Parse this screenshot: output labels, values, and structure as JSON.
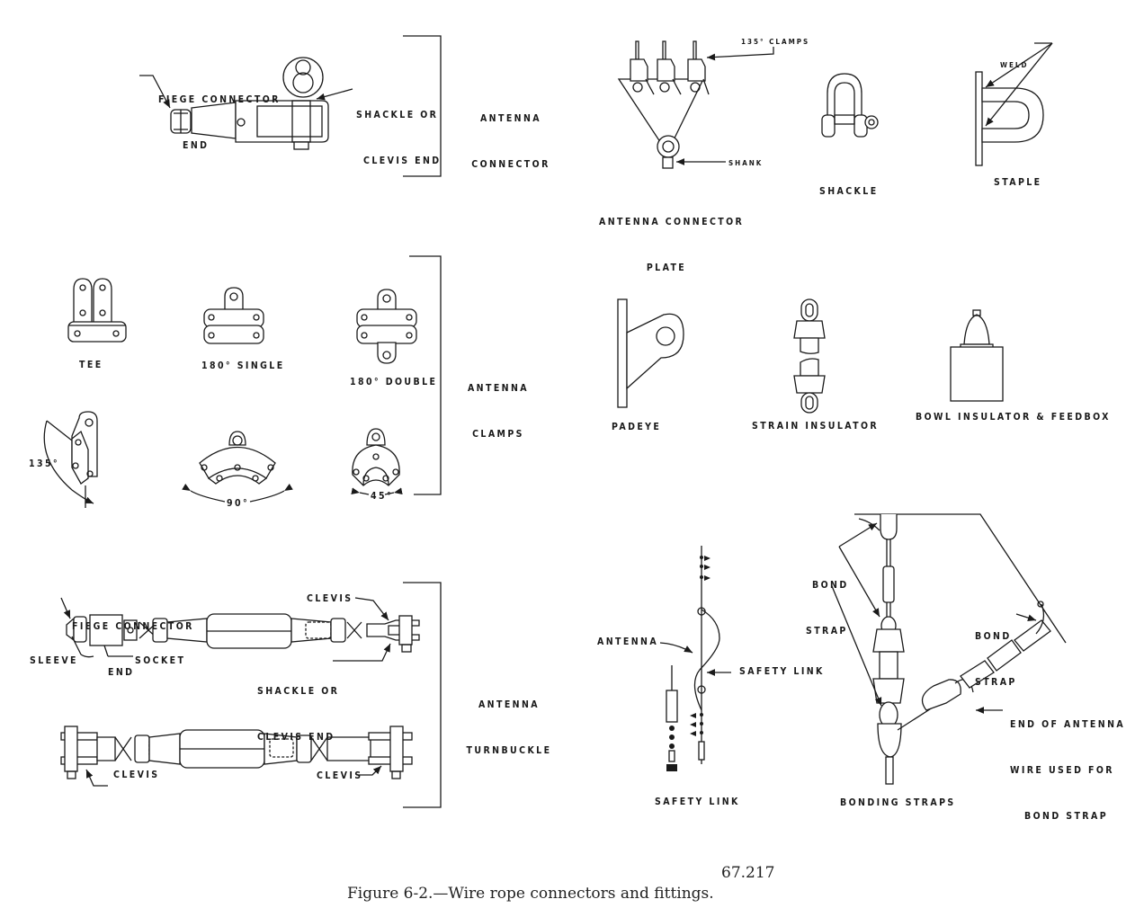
{
  "figure": {
    "number": "67.217",
    "caption": "Figure 6-2.—Wire rope connectors and fittings."
  },
  "groups": {
    "antenna_connector": {
      "title_line1": "ANTENNA",
      "title_line2": "CONNECTOR",
      "callouts": {
        "fiege_line1": "FIEGE CONNECTOR",
        "fiege_line2": "END",
        "shackle_line1": "SHACKLE OR",
        "shackle_line2": "CLEVIS END"
      }
    },
    "antenna_clamps": {
      "title_line1": "ANTENNA",
      "title_line2": "CLAMPS",
      "items": {
        "tee": "TEE",
        "single_180": "180° SINGLE",
        "double_180": "180° DOUBLE"
      },
      "angles": {
        "a135": "135°",
        "a90": "90°",
        "a45": "45°"
      }
    },
    "antenna_turnbuckle": {
      "title_line1": "ANTENNA",
      "title_line2": "TURNBUCKLE",
      "callouts": {
        "fiege_line1": "FIEGE CONNECTOR",
        "fiege_line2": "END",
        "sleeve": "SLEEVE",
        "socket": "SOCKET",
        "clevis_top": "CLEVIS",
        "shackle_line1": "SHACKLE OR",
        "shackle_line2": "CLEVIS END",
        "clevis_bottom_left": "CLEVIS",
        "clevis_bottom_right": "CLEVIS"
      }
    }
  },
  "fittings": {
    "connector_plate": {
      "label_line1": "ANTENNA CONNECTOR",
      "label_line2": "PLATE",
      "callout_clamps": "135° CLAMPS",
      "callout_shank": "SHANK"
    },
    "shackle": {
      "label": "SHACKLE"
    },
    "staple": {
      "label": "STAPLE",
      "callout_weld": "WELD"
    },
    "padeye": {
      "label": "PADEYE"
    },
    "strain_insulator": {
      "label": "STRAIN INSULATOR"
    },
    "bowl_insulator": {
      "label": "BOWL INSULATOR & FEEDBOX"
    },
    "safety_link": {
      "label": "SAFETY LINK",
      "callout_antenna": "ANTENNA",
      "callout_safety_link": "SAFETY LINK"
    },
    "bonding_straps": {
      "label": "BONDING STRAPS",
      "callout_bond_strap_1_line1": "BOND",
      "callout_bond_strap_1_line2": "STRAP",
      "callout_bond_strap_2_line1": "BOND",
      "callout_bond_strap_2_line2": "STRAP",
      "callout_end_line1": "END OF ANTENNA",
      "callout_end_line2": "WIRE USED FOR",
      "callout_end_line3": "BOND STRAP"
    }
  }
}
